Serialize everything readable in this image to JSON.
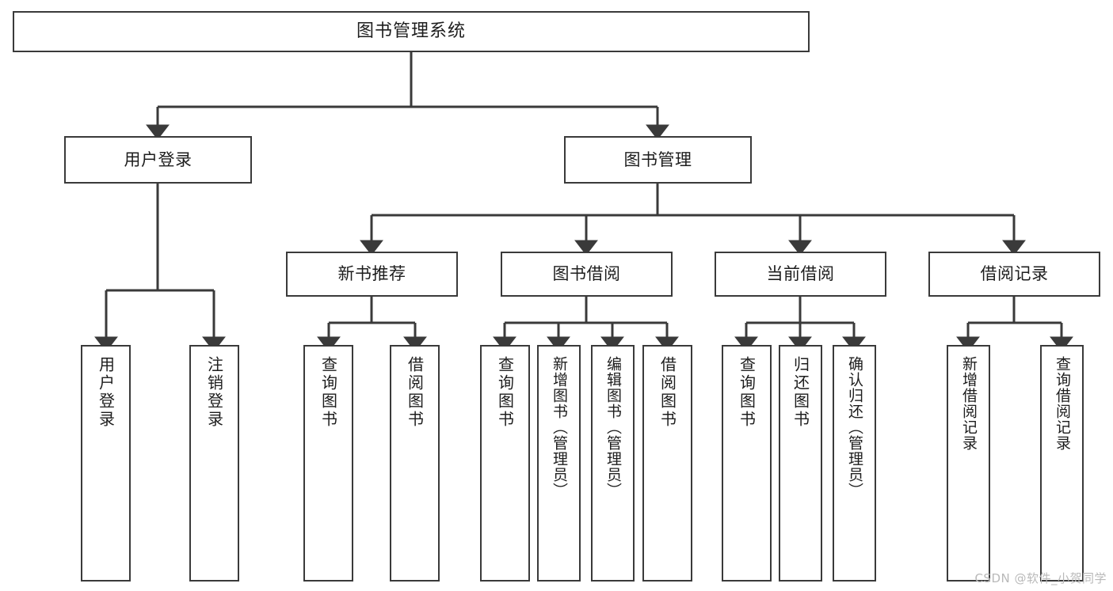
{
  "diagram": {
    "title": "图书管理系统",
    "type": "tree",
    "background_color": "#ffffff",
    "line_color": "#3a3a3a",
    "text_color": "#1d1d1d",
    "watermark": "CSDN @软件_小贺同学"
  },
  "nodes": {
    "root": {
      "label": "图书管理系统"
    },
    "level1": [
      {
        "id": "user-login",
        "label": "用户登录"
      },
      {
        "id": "book-management",
        "label": "图书管理"
      }
    ],
    "level2": [
      {
        "id": "new-book-recommend",
        "label": "新书推荐",
        "parent": "book-management"
      },
      {
        "id": "book-borrow",
        "label": "图书借阅",
        "parent": "book-management"
      },
      {
        "id": "current-borrow",
        "label": "当前借阅",
        "parent": "book-management"
      },
      {
        "id": "borrow-record",
        "label": "借阅记录",
        "parent": "book-management"
      }
    ],
    "leaves": [
      {
        "id": "leaf-user-login",
        "label": "用户登录",
        "parent": "user-login"
      },
      {
        "id": "leaf-logout",
        "label": "注销登录",
        "parent": "user-login"
      },
      {
        "id": "leaf-query-book-1",
        "label": "查询图书",
        "parent": "new-book-recommend"
      },
      {
        "id": "leaf-borrow-book-1",
        "label": "借阅图书",
        "parent": "new-book-recommend"
      },
      {
        "id": "leaf-query-book-2",
        "label": "查询图书",
        "parent": "book-borrow"
      },
      {
        "id": "leaf-add-book",
        "label": "新增图书（管理员）",
        "parent": "book-borrow"
      },
      {
        "id": "leaf-edit-book",
        "label": "编辑图书（管理员）",
        "parent": "book-borrow"
      },
      {
        "id": "leaf-borrow-book-2",
        "label": "借阅图书",
        "parent": "book-borrow"
      },
      {
        "id": "leaf-query-book-3",
        "label": "查询图书",
        "parent": "current-borrow"
      },
      {
        "id": "leaf-return-book",
        "label": "归还图书",
        "parent": "current-borrow"
      },
      {
        "id": "leaf-confirm-return",
        "label": "确认归还（管理员）",
        "parent": "current-borrow"
      },
      {
        "id": "leaf-add-record",
        "label": "新增借阅记录",
        "parent": "borrow-record"
      },
      {
        "id": "leaf-query-record",
        "label": "查询借阅记录",
        "parent": "borrow-record"
      }
    ]
  }
}
